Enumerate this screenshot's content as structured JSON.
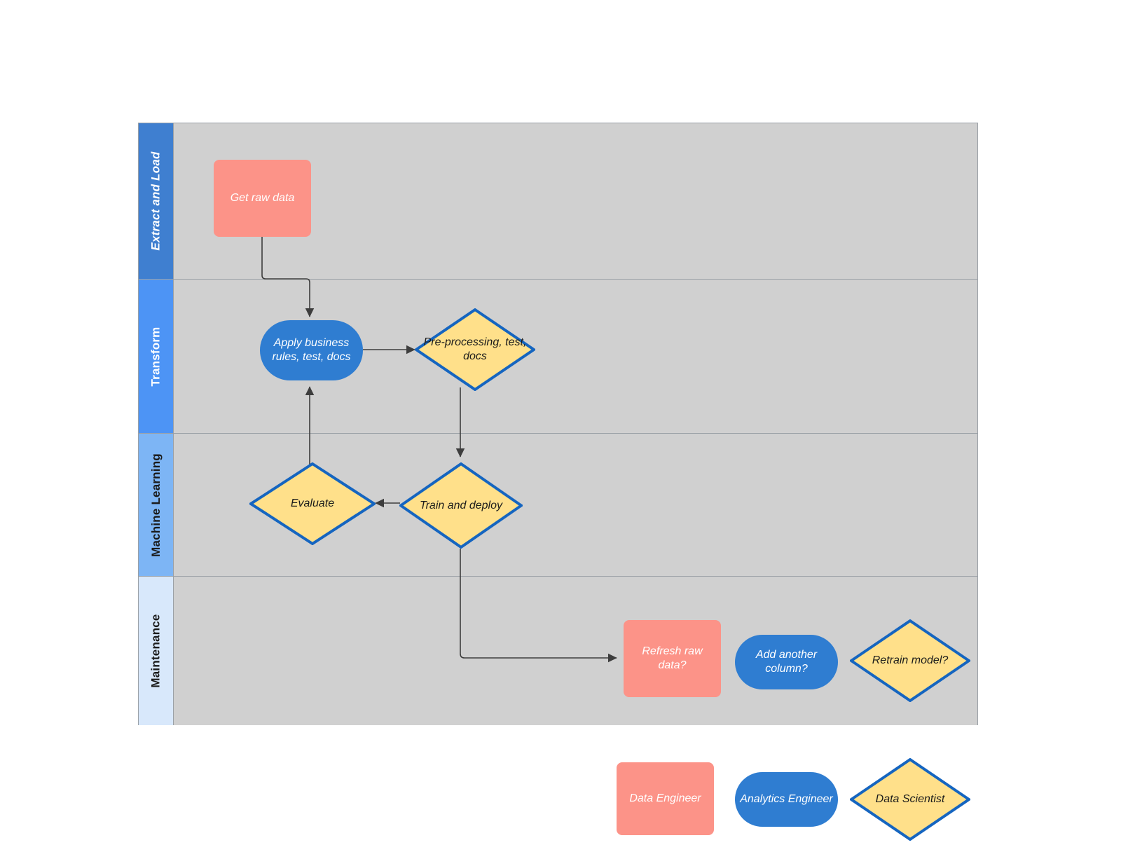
{
  "diagram": {
    "title": "Data and ML workflow swimlane",
    "background": "#ffffff",
    "lane_body_color": "#d0d0d0",
    "border_color": "#9aa0a6"
  },
  "palette": {
    "salmon": "#fc9388",
    "blue": "#2f7dd1",
    "yellow_fill": "#ffe08a",
    "yellow_border": "#1565c0",
    "lane1": "#3f7fd0",
    "lane2": "#4d94f5",
    "lane3": "#7db5f5",
    "lane4": "#d8e8fb",
    "connector": "#3d3d3d"
  },
  "lanes": [
    {
      "id": "extract-and-load",
      "label": "Extract and Load",
      "header_color": "#3f7fd0",
      "text_color": "#ffffff",
      "italic": true
    },
    {
      "id": "transform",
      "label": "Transform",
      "header_color": "#4d94f5",
      "text_color": "#ffffff",
      "italic": false
    },
    {
      "id": "machine-learning",
      "label": "Machine Learning",
      "header_color": "#7db5f5",
      "text_color": "#1b1b1b",
      "italic": false
    },
    {
      "id": "maintenance",
      "label": "Maintenance",
      "header_color": "#d8e8fb",
      "text_color": "#1b1b1b",
      "italic": false
    }
  ],
  "nodes": [
    {
      "id": "get-raw-data",
      "label": "Get raw data",
      "shape": "rect",
      "role": "Data Engineer",
      "lane": "extract-and-load"
    },
    {
      "id": "apply-business-rules",
      "label": "Apply business rules, test, docs",
      "shape": "pill",
      "role": "Analytics Engineer",
      "lane": "transform"
    },
    {
      "id": "pre-processing",
      "label": "Pre-processing, test, docs",
      "shape": "diamond",
      "role": "Data Scientist",
      "lane": "transform"
    },
    {
      "id": "evaluate",
      "label": "Evaluate",
      "shape": "diamond",
      "role": "Data Scientist",
      "lane": "machine-learning"
    },
    {
      "id": "train-and-deploy",
      "label": "Train and deploy",
      "shape": "diamond",
      "role": "Data Scientist",
      "lane": "machine-learning"
    },
    {
      "id": "refresh-raw-data",
      "label": "Refresh raw data?",
      "shape": "rect",
      "role": "Data Engineer",
      "lane": "maintenance"
    },
    {
      "id": "add-another-column",
      "label": "Add another column?",
      "shape": "pill",
      "role": "Analytics Engineer",
      "lane": "maintenance"
    },
    {
      "id": "retrain-model",
      "label": "Retrain model?",
      "shape": "diamond",
      "role": "Data Scientist",
      "lane": "maintenance"
    }
  ],
  "edges": [
    {
      "from": "get-raw-data",
      "to": "apply-business-rules"
    },
    {
      "from": "apply-business-rules",
      "to": "pre-processing"
    },
    {
      "from": "pre-processing",
      "to": "train-and-deploy"
    },
    {
      "from": "train-and-deploy",
      "to": "evaluate"
    },
    {
      "from": "evaluate",
      "to": "apply-business-rules"
    },
    {
      "from": "train-and-deploy",
      "to": "refresh-raw-data"
    }
  ],
  "legend": [
    {
      "id": "data-engineer",
      "label": "Data Engineer",
      "shape": "rect"
    },
    {
      "id": "analytics-engineer",
      "label": "Analytics Engineer",
      "shape": "pill"
    },
    {
      "id": "data-scientist",
      "label": "Data Scientist",
      "shape": "diamond"
    }
  ]
}
